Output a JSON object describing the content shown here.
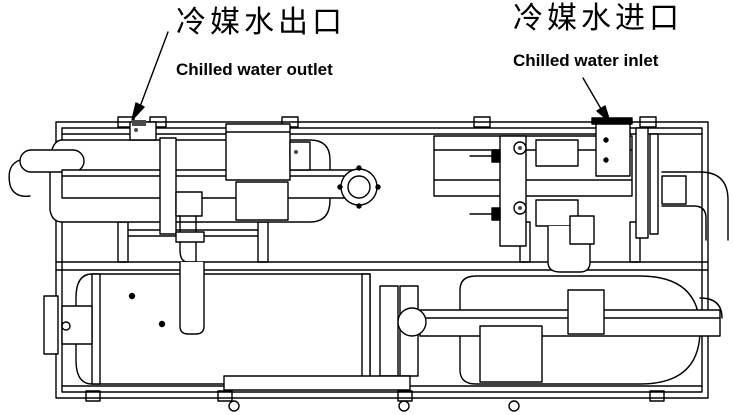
{
  "labels": {
    "outlet": {
      "cn": "冷媒水出口",
      "en": "Chilled water outlet"
    },
    "inlet": {
      "cn": "冷媒水进口",
      "en": "Chilled water inlet"
    }
  },
  "colors": {
    "line": "#000000",
    "fill": "#ffffff",
    "shade": "#4a4a4a"
  }
}
